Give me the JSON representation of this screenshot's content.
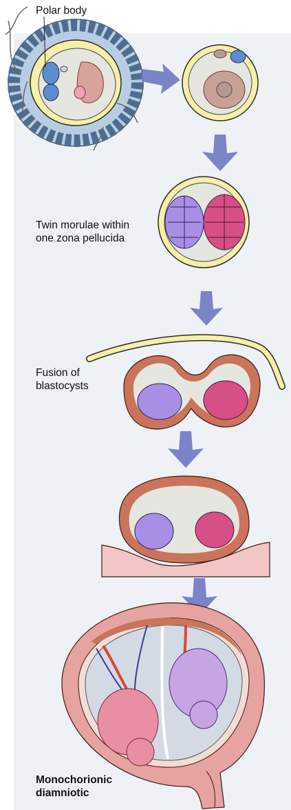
{
  "labels": {
    "polar_body": "Polar body",
    "twin_morulae": [
      "Twin morulae within",
      "one zona pellucida"
    ],
    "fusion": [
      "Fusion of",
      "blastocysts"
    ],
    "final": [
      "Monochorionic",
      "diamniotic"
    ]
  },
  "colors": {
    "panel": "#eef1f6",
    "arrow": "#7b83c9",
    "zona": "#f7efa8",
    "zona_outline": "#2a2a2a",
    "cumulus": "#4e6d8f",
    "cell_purple": "#a98ee6",
    "cell_pink": "#d64f86",
    "trophoblast": "#c9745b",
    "endometrium": "#f2c6c6",
    "fetus_pink": "#e98fa4",
    "fetus_purple": "#c7a4e4",
    "vessel_red": "#d24a3a",
    "vessel_blue": "#3b3a9a"
  }
}
